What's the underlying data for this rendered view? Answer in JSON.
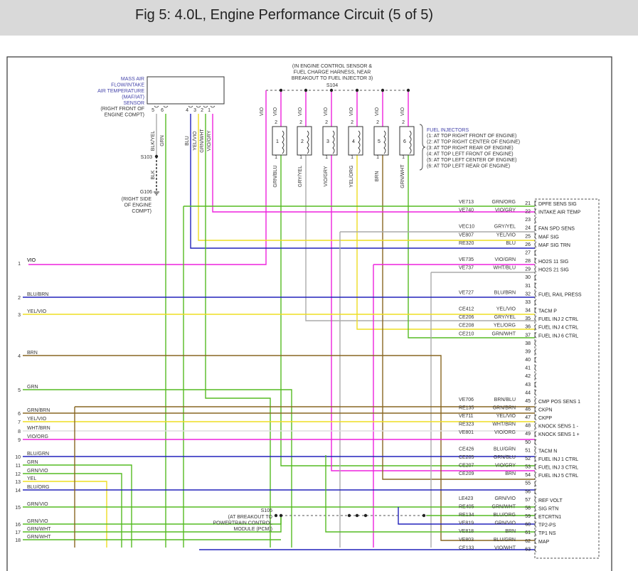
{
  "header": {
    "title": "Fig 5: 4.0L, Engine Performance Circuit (5 of 5)"
  },
  "colors": {
    "vio": "#ee22dd",
    "blu": "#2222bb",
    "yel": "#eedd22",
    "grn": "#55bb22",
    "brn": "#886622",
    "gry": "#aaaaaa",
    "org": "#ff9900",
    "wht": "#dddddd",
    "label": "#4444aa",
    "frame": "#333333"
  },
  "maf": {
    "name": [
      "MASS AIR",
      "FLOW/INTAKE",
      "AIR TEMPERATURE",
      "(MAF/IAT)",
      "SENSOR"
    ],
    "location": [
      "(RIGHT FRONT OF",
      "ENGINE COMPT)"
    ],
    "pins": [
      "5",
      "6",
      "4",
      "3",
      "2",
      "1"
    ],
    "wires": [
      "BLK/YEL",
      "GRN",
      "BLU",
      "YEL/VIO",
      "GRN/WHT",
      "VIO/GRY"
    ]
  },
  "s103": "S103",
  "s103_wire": "BLK",
  "g106": {
    "name": "G106",
    "location": [
      "(RIGHT SIDE",
      "OF ENGINE",
      "COMPT)"
    ]
  },
  "s104": {
    "note": [
      "(IN ENGINE CONTROL SENSOR &",
      "FUEL CHARGE HARNESS, NEAR",
      "BREAKOUT TO FUEL INJECTOR 3)"
    ],
    "name": "S104"
  },
  "s105": {
    "name": "S105",
    "note": [
      "(AT BREAKOUT TO",
      "POWERTRAIN CONTROL",
      "MODULE (PCM))"
    ]
  },
  "injectors": {
    "title": "FUEL INJECTORS",
    "locations": [
      "(1: AT TOP RIGHT FRONT OF ENGINE)",
      "(2: AT TOP RIGHT CENTER OF ENGINE)",
      "(3: AT TOP RIGHT REAR OF ENGINE)",
      "(4: AT TOP LEFT FRONT OF ENGINE)",
      "(5: AT TOP LEFT CENTER OF ENGINE)",
      "(6: AT TOP LEFT REAR OF ENGINE)"
    ],
    "items": [
      {
        "num": "1",
        "top_wire": "VIO",
        "bottom_wire": "GRN/BLU",
        "pin_top": "2",
        "pin_bottom": "1"
      },
      {
        "num": "2",
        "top_wire": "VIO",
        "bottom_wire": "GRY/YEL",
        "pin_top": "2",
        "pin_bottom": "1"
      },
      {
        "num": "3",
        "top_wire": "VIO",
        "bottom_wire": "VIO/GRY",
        "pin_top": "2",
        "pin_bottom": "1"
      },
      {
        "num": "4",
        "top_wire": "VIO",
        "bottom_wire": "YEL/ORG",
        "pin_top": "2",
        "pin_bottom": "1"
      },
      {
        "num": "5",
        "top_wire": "VIO",
        "bottom_wire": "BRN",
        "pin_top": "2",
        "pin_bottom": "1"
      },
      {
        "num": "6",
        "top_wire": "VIO",
        "bottom_wire": "GRN/WHT",
        "pin_top": "2",
        "pin_bottom": "1"
      }
    ]
  },
  "left_connections": [
    {
      "num": "1",
      "wire": "VIO"
    },
    {
      "num": "2",
      "wire": "BLU/BRN"
    },
    {
      "num": "3",
      "wire": "YEL/VIO"
    },
    {
      "num": "4",
      "wire": "BRN"
    },
    {
      "num": "5",
      "wire": "GRN"
    },
    {
      "num": "6",
      "wire": "GRN/BRN"
    },
    {
      "num": "7",
      "wire": "YEL/VIO"
    },
    {
      "num": "8",
      "wire": "WHT/BRN"
    },
    {
      "num": "9",
      "wire": "VIO/ORG"
    },
    {
      "num": "10",
      "wire": "BLU/GRN"
    },
    {
      "num": "11",
      "wire": "GRN"
    },
    {
      "num": "12",
      "wire": "GRN/VIO"
    },
    {
      "num": "13",
      "wire": "YEL"
    },
    {
      "num": "14",
      "wire": "BLU/ORG"
    },
    {
      "num": "15",
      "wire": "GRN/VIO"
    },
    {
      "num": "16",
      "wire": "GRN/VIO"
    },
    {
      "num": "17",
      "wire": "GRN/WHT"
    },
    {
      "num": "18",
      "wire": "GRN/WHT"
    }
  ],
  "pcm_pins": [
    {
      "pin": "21",
      "circuit": "VE713",
      "wire": "GRN/ORG",
      "function": "DPFE SENS SIG"
    },
    {
      "pin": "22",
      "circuit": "VE740",
      "wire": "VIO/GRY",
      "function": "INTAKE AIR TEMP"
    },
    {
      "pin": "23",
      "circuit": "",
      "wire": "",
      "function": ""
    },
    {
      "pin": "24",
      "circuit": "VEC10",
      "wire": "GRY/YEL",
      "function": "FAN SPD SENS"
    },
    {
      "pin": "25",
      "circuit": "VE807",
      "wire": "YEL/VIO",
      "function": "MAF SIG"
    },
    {
      "pin": "26",
      "circuit": "RE320",
      "wire": "BLU",
      "function": "MAF SIG TRN"
    },
    {
      "pin": "27",
      "circuit": "",
      "wire": "",
      "function": ""
    },
    {
      "pin": "28",
      "circuit": "VE735",
      "wire": "VIO/GRN",
      "function": "HO2S 11 SIG"
    },
    {
      "pin": "29",
      "circuit": "VE737",
      "wire": "WHT/BLU",
      "function": "HO2S 21 SIG"
    },
    {
      "pin": "30",
      "circuit": "",
      "wire": "",
      "function": ""
    },
    {
      "pin": "31",
      "circuit": "",
      "wire": "",
      "function": ""
    },
    {
      "pin": "32",
      "circuit": "VE727",
      "wire": "BLU/BRN",
      "function": "FUEL RAIL PRESS"
    },
    {
      "pin": "33",
      "circuit": "",
      "wire": "",
      "function": ""
    },
    {
      "pin": "34",
      "circuit": "CE412",
      "wire": "YEL/VIO",
      "function": "TACM P"
    },
    {
      "pin": "35",
      "circuit": "CE206",
      "wire": "GRY/YEL",
      "function": "FUEL INJ 2 CTRL"
    },
    {
      "pin": "36",
      "circuit": "CE208",
      "wire": "YEL/ORG",
      "function": "FUEL INJ 4 CTRL"
    },
    {
      "pin": "37",
      "circuit": "CE210",
      "wire": "GRN/WHT",
      "function": "FUEL INJ 6 CTRL"
    },
    {
      "pin": "38",
      "circuit": "",
      "wire": "",
      "function": ""
    },
    {
      "pin": "39",
      "circuit": "",
      "wire": "",
      "function": ""
    },
    {
      "pin": "40",
      "circuit": "",
      "wire": "",
      "function": ""
    },
    {
      "pin": "41",
      "circuit": "",
      "wire": "",
      "function": ""
    },
    {
      "pin": "42",
      "circuit": "",
      "wire": "",
      "function": ""
    },
    {
      "pin": "43",
      "circuit": "",
      "wire": "",
      "function": ""
    },
    {
      "pin": "44",
      "circuit": "",
      "wire": "",
      "function": ""
    },
    {
      "pin": "45",
      "circuit": "VE706",
      "wire": "BRN/BLU",
      "function": "CMP POS SENS 1"
    },
    {
      "pin": "46",
      "circuit": "RE135",
      "wire": "GRN/BRN",
      "function": "CKPN"
    },
    {
      "pin": "47",
      "circuit": "VE711",
      "wire": "YEL/VIO",
      "function": "CKPP"
    },
    {
      "pin": "48",
      "circuit": "RE323",
      "wire": "WHT/BRN",
      "function": "KNOCK SENS 1 -"
    },
    {
      "pin": "49",
      "circuit": "VE801",
      "wire": "VIO/ORG",
      "function": "KNOCK SENS 1 +"
    },
    {
      "pin": "50",
      "circuit": "",
      "wire": "",
      "function": ""
    },
    {
      "pin": "51",
      "circuit": "CE426",
      "wire": "BLU/GRN",
      "function": "TACM N"
    },
    {
      "pin": "52",
      "circuit": "CE205",
      "wire": "GRN/BLU",
      "function": "FUEL INJ 1 CTRL"
    },
    {
      "pin": "53",
      "circuit": "CE207",
      "wire": "VIO/GRY",
      "function": "FUEL INJ 3 CTRL"
    },
    {
      "pin": "54",
      "circuit": "CE209",
      "wire": "BRN",
      "function": "FUEL INJ 5 CTRL"
    },
    {
      "pin": "55",
      "circuit": "",
      "wire": "",
      "function": ""
    },
    {
      "pin": "56",
      "circuit": "",
      "wire": "",
      "function": ""
    },
    {
      "pin": "57",
      "circuit": "LE423",
      "wire": "GRN/VIO",
      "function": "REF VOLT"
    },
    {
      "pin": "58",
      "circuit": "RE405",
      "wire": "GRN/WHT",
      "function": "SIG RTN"
    },
    {
      "pin": "59",
      "circuit": "RE134",
      "wire": "BLU/ORG",
      "function": "ETCRTN1"
    },
    {
      "pin": "60",
      "circuit": "VE819",
      "wire": "GRN/VIO",
      "function": "TP2-PS"
    },
    {
      "pin": "61",
      "circuit": "VE818",
      "wire": "BRN",
      "function": "TP1 NS"
    },
    {
      "pin": "62",
      "circuit": "VE803",
      "wire": "BLU/GRN",
      "function": "MAP"
    },
    {
      "pin": "63",
      "circuit": "CE133",
      "wire": "VIO/WHT",
      "function": ""
    }
  ]
}
